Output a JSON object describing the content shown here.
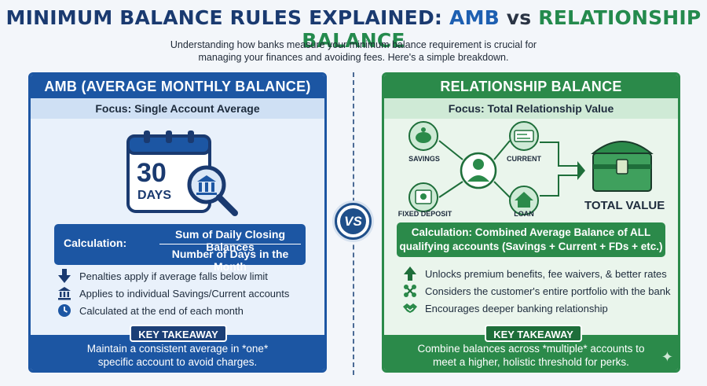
{
  "header": {
    "title_part1": "MINIMUM BALANCE RULES EXPLAINED: ",
    "title_part2": "AMB",
    "title_part3": " vs ",
    "title_part4": "RELATIONSHIP BALANCE",
    "subtitle_line1": "Understanding how banks measure your minimum balance requirement is crucial for",
    "subtitle_line2": "managing your finances and avoiding fees. Here's a simple breakdown."
  },
  "vs_label": "VS",
  "amb": {
    "title": "AMB (AVERAGE MONTHLY BALANCE)",
    "focus": "Focus: Single Account Average",
    "calendar_number": "30",
    "calendar_unit": "DAYS",
    "calc_label": "Calculation:",
    "calc_numerator": "Sum of Daily Closing Balances",
    "calc_denominator": "Number of Days in the Month",
    "bullets": [
      {
        "icon": "arrow-down-icon",
        "text": "Penalties apply if average falls below limit"
      },
      {
        "icon": "bank-icon",
        "text": "Applies to individual Savings/Current accounts"
      },
      {
        "icon": "clock-icon",
        "text": "Calculated at the end of each month"
      }
    ],
    "key_takeaway_label": "KEY TAKEAWAY",
    "takeaway_line1": "Maintain a consistent average in *one*",
    "takeaway_line2": "specific account to avoid charges."
  },
  "rel": {
    "title": "RELATIONSHIP BALANCE",
    "focus": "Focus: Total Relationship Value",
    "nodes": {
      "savings": "SAVINGS",
      "current": "CURRENT",
      "fixed_deposit": "FIXED DEPOSIT",
      "loan": "LOAN"
    },
    "total_value": "TOTAL VALUE",
    "calc_line1": "Calculation: Combined Average Balance of ALL",
    "calc_line2": "qualifying accounts (Savings + Current + FDs + etc.)",
    "bullets": [
      {
        "icon": "arrow-up-icon",
        "text": "Unlocks premium benefits, fee waivers, & better rates"
      },
      {
        "icon": "network-icon",
        "text": "Considers the customer's entire portfolio with the bank"
      },
      {
        "icon": "handshake-icon",
        "text": "Encourages deeper banking relationship"
      }
    ],
    "key_takeaway_label": "KEY TAKEAWAY",
    "takeaway_line1": "Combine balances across *multiple* accounts to",
    "takeaway_line2": "meet a higher, holistic threshold for perks."
  },
  "colors": {
    "amb_blue": "#1c56a3",
    "rel_green": "#2b8a4a",
    "navy": "#1a3a70"
  }
}
